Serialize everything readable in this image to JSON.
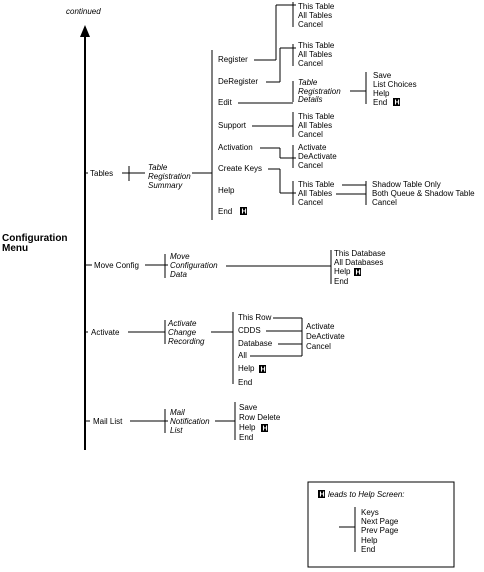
{
  "header": {
    "continued": "continued"
  },
  "root": {
    "line1": "Configuration",
    "line2": "Menu"
  },
  "help_glyph": "H",
  "tables": {
    "label": "Tables",
    "summary": [
      "Table",
      "Registration",
      "Summary"
    ],
    "items": {
      "register": "Register",
      "deregister": "DeRegister",
      "edit": "Edit",
      "support": "Support",
      "activation": "Activation",
      "createkeys": "Create Keys",
      "help": "Help",
      "end": "End"
    },
    "register_opts": [
      "This Table",
      "All Tables",
      "Cancel"
    ],
    "deregister_opts": [
      "This Table",
      "All Tables",
      "Cancel"
    ],
    "edit_details": [
      "Table",
      "Registration",
      "Details"
    ],
    "edit_opts": [
      "Save",
      "List Choices",
      "Help",
      "End"
    ],
    "support_opts": [
      "This Table",
      "All Tables",
      "Cancel"
    ],
    "activation_opts": [
      "Activate",
      "DeActivate",
      "Cancel"
    ],
    "createkeys_opts": [
      "This Table",
      "All Tables",
      "Cancel"
    ],
    "createkeys_sub": [
      "Shadow Table Only",
      "Both Queue & Shadow Table",
      "Cancel"
    ]
  },
  "moveconfig": {
    "label": "Move Config",
    "desc": [
      "Move",
      "Configuration",
      "Data"
    ],
    "opts": [
      "This Database",
      "All Databases",
      "Help",
      "End"
    ]
  },
  "activate": {
    "label": "Activate",
    "desc": [
      "Activate",
      "Change",
      "Recording"
    ],
    "items": [
      "This Row",
      "CDDS",
      "Database",
      "All",
      "Help",
      "End"
    ],
    "opts": [
      "Activate",
      "DeActivate",
      "Cancel"
    ]
  },
  "maillist": {
    "label": "Mail List",
    "desc": [
      "Mail",
      "Notification",
      "List"
    ],
    "opts": [
      "Save",
      "Row Delete",
      "Help",
      "End"
    ]
  },
  "legend": {
    "title": "leads to Help Screen:",
    "items": [
      "Keys",
      "Next Page",
      "Prev Page",
      "Help",
      "End"
    ]
  }
}
